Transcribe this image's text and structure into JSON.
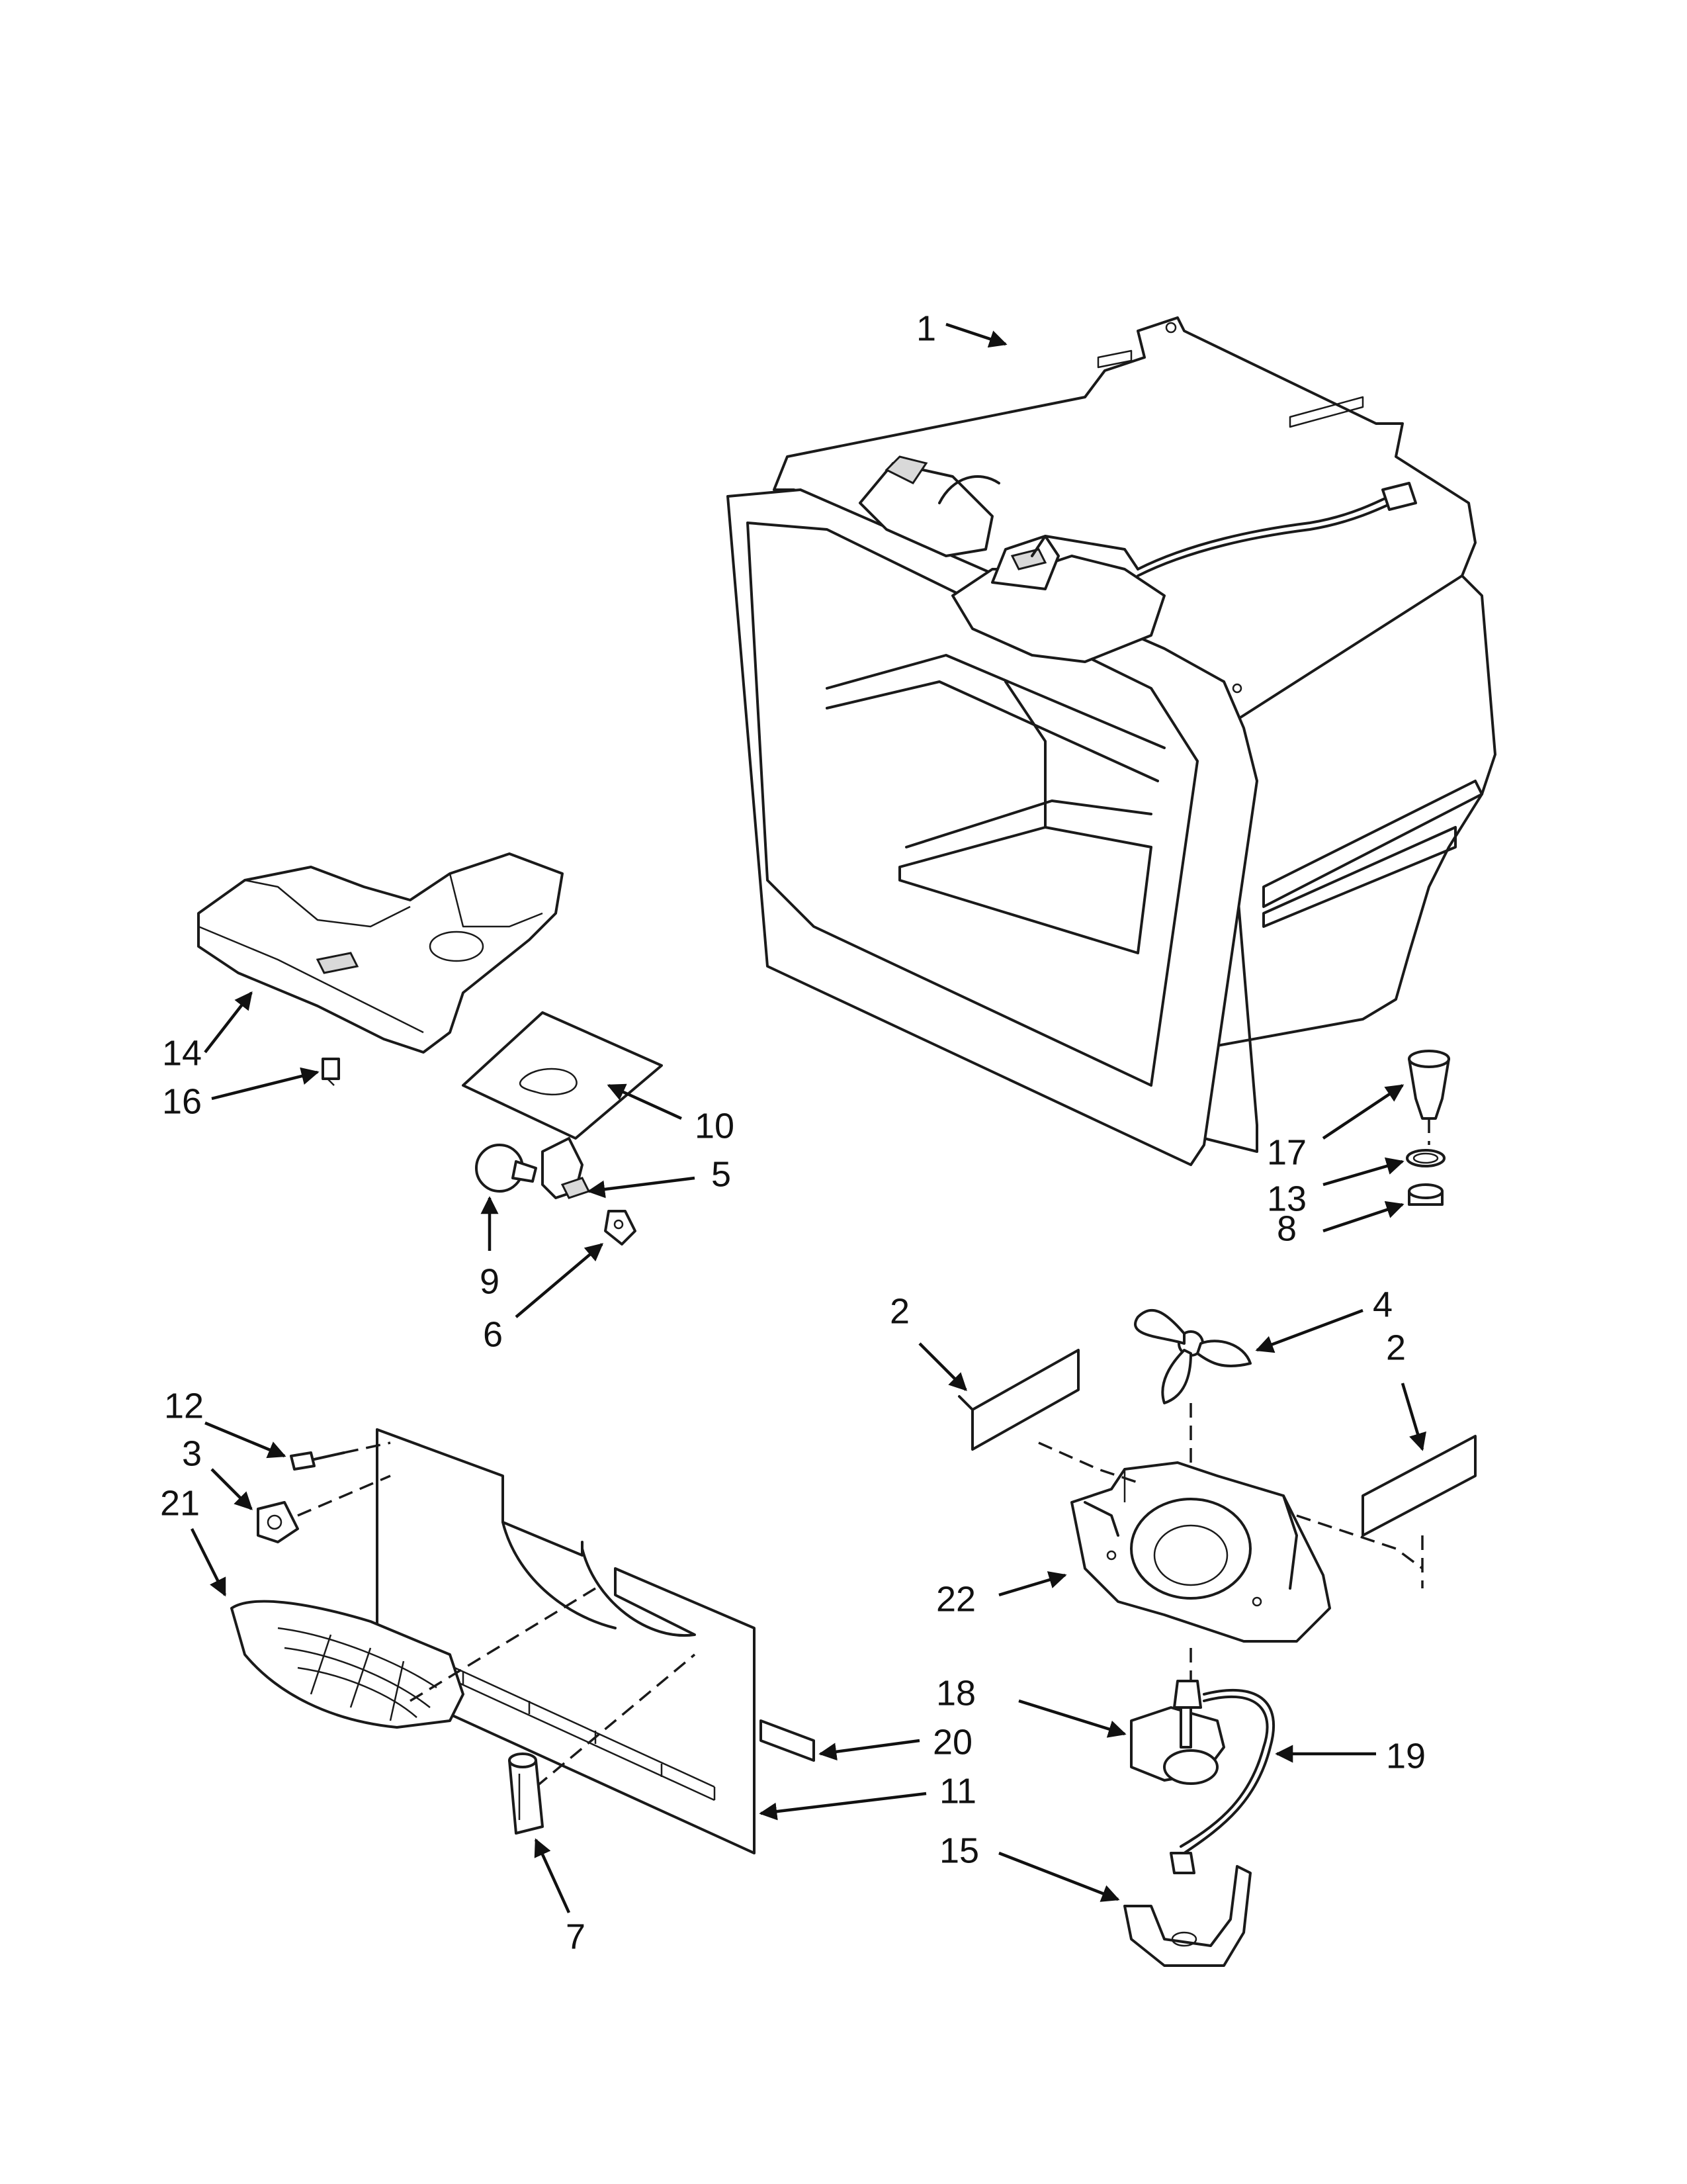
{
  "diagram": {
    "colors": {
      "line": "#1a1a1a",
      "text": "#111111",
      "shade": "#d9d9d9",
      "background": "#ffffff"
    },
    "callouts": [
      "1",
      "14",
      "16",
      "10",
      "5",
      "9",
      "6",
      "17",
      "13",
      "8",
      "2",
      "4",
      "2",
      "12",
      "3",
      "21",
      "22",
      "18",
      "19",
      "20",
      "11",
      "15",
      "7"
    ]
  }
}
